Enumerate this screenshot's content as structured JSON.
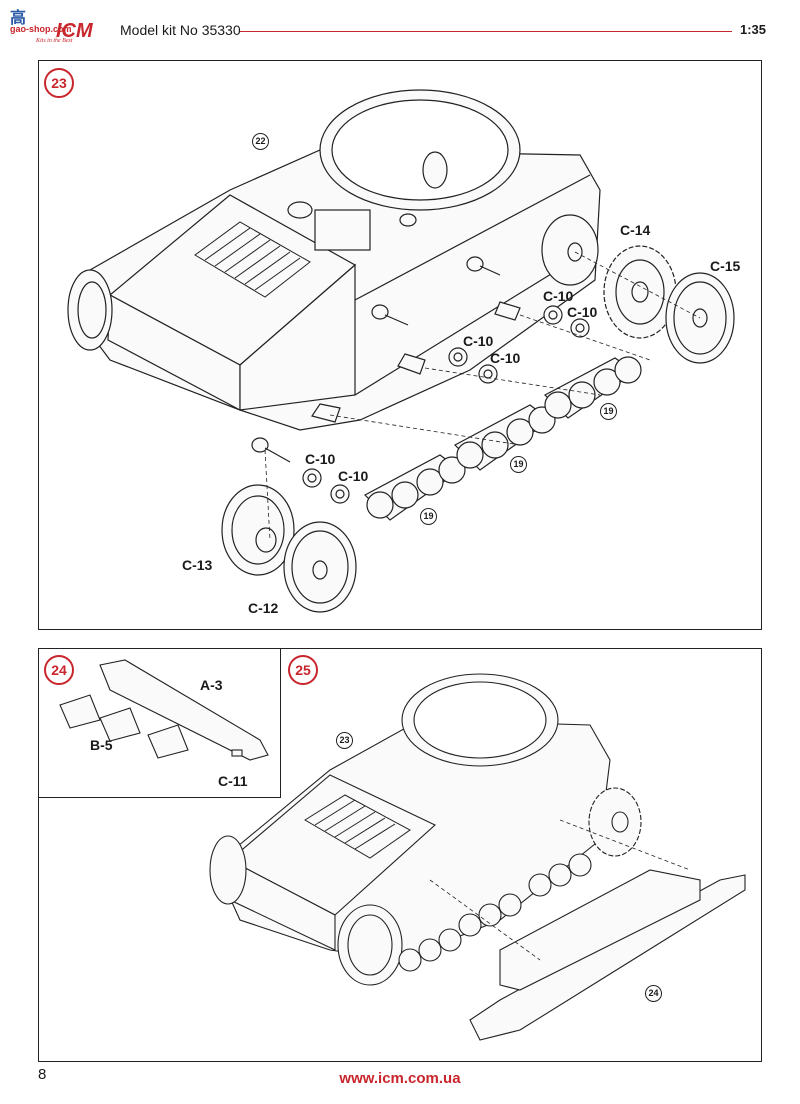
{
  "header": {
    "logo_cn": "高",
    "logo_site": "gao-shop.com",
    "logo_brand": "ICM",
    "logo_tagline": "Kits in the Best",
    "title": "Model kit No 35330",
    "scale": "1:35"
  },
  "step23": {
    "number": "23",
    "ref_prev": "22",
    "ref_bogie": "19",
    "labels": {
      "c14": "C-14",
      "c15": "C-15",
      "c10": "C-10",
      "c13": "C-13",
      "c12": "C-12"
    }
  },
  "step24": {
    "number": "24",
    "labels": {
      "a3": "A-3",
      "b5": "B-5",
      "c11": "C-11"
    }
  },
  "step25": {
    "number": "25",
    "ref_prev": "23",
    "ref_part": "24"
  },
  "footer": {
    "page": "8",
    "url": "www.icm.com.ua"
  },
  "colors": {
    "accent": "#c8262c",
    "line": "#222222",
    "fill": "#fafafa"
  }
}
